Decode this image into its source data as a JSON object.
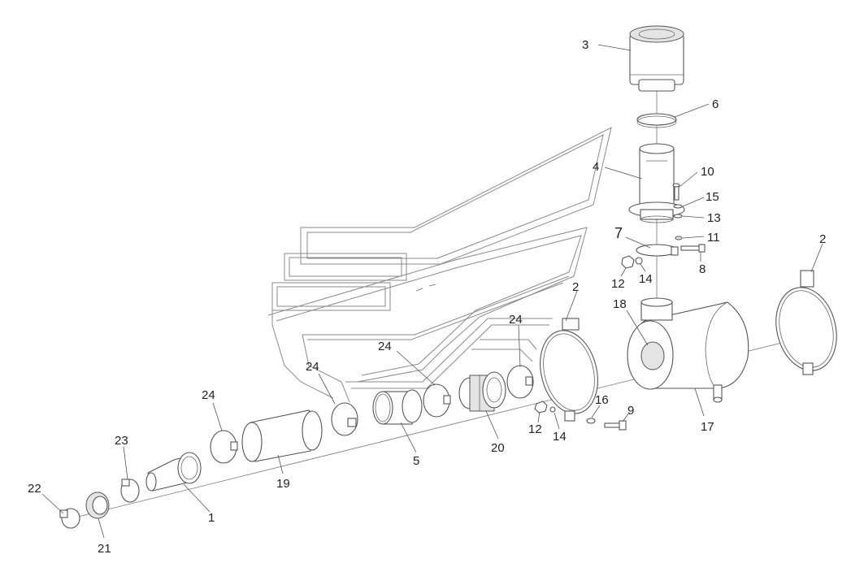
{
  "diagram": {
    "callouts": [
      {
        "id": "c-3",
        "text": "3"
      },
      {
        "id": "c-6",
        "text": "6"
      },
      {
        "id": "c-4",
        "text": "4"
      },
      {
        "id": "c-10",
        "text": "10"
      },
      {
        "id": "c-15",
        "text": "15"
      },
      {
        "id": "c-13",
        "text": "13"
      },
      {
        "id": "c-7",
        "text": "7"
      },
      {
        "id": "c-11",
        "text": "11"
      },
      {
        "id": "c-8",
        "text": "8"
      },
      {
        "id": "c-12a",
        "text": "12"
      },
      {
        "id": "c-14a",
        "text": "14"
      },
      {
        "id": "c-2a",
        "text": "2"
      },
      {
        "id": "c-2b",
        "text": "2"
      },
      {
        "id": "c-18",
        "text": "18"
      },
      {
        "id": "c-24a",
        "text": "24"
      },
      {
        "id": "c-24b",
        "text": "24"
      },
      {
        "id": "c-24c",
        "text": "24"
      },
      {
        "id": "c-24d",
        "text": "24"
      },
      {
        "id": "c-16",
        "text": "16"
      },
      {
        "id": "c-9",
        "text": "9"
      },
      {
        "id": "c-12b",
        "text": "12"
      },
      {
        "id": "c-14b",
        "text": "14"
      },
      {
        "id": "c-17",
        "text": "17"
      },
      {
        "id": "c-20",
        "text": "20"
      },
      {
        "id": "c-5",
        "text": "5"
      },
      {
        "id": "c-19",
        "text": "19"
      },
      {
        "id": "c-23",
        "text": "23"
      },
      {
        "id": "c-1",
        "text": "1"
      },
      {
        "id": "c-22",
        "text": "22"
      },
      {
        "id": "c-21",
        "text": "21"
      }
    ]
  }
}
